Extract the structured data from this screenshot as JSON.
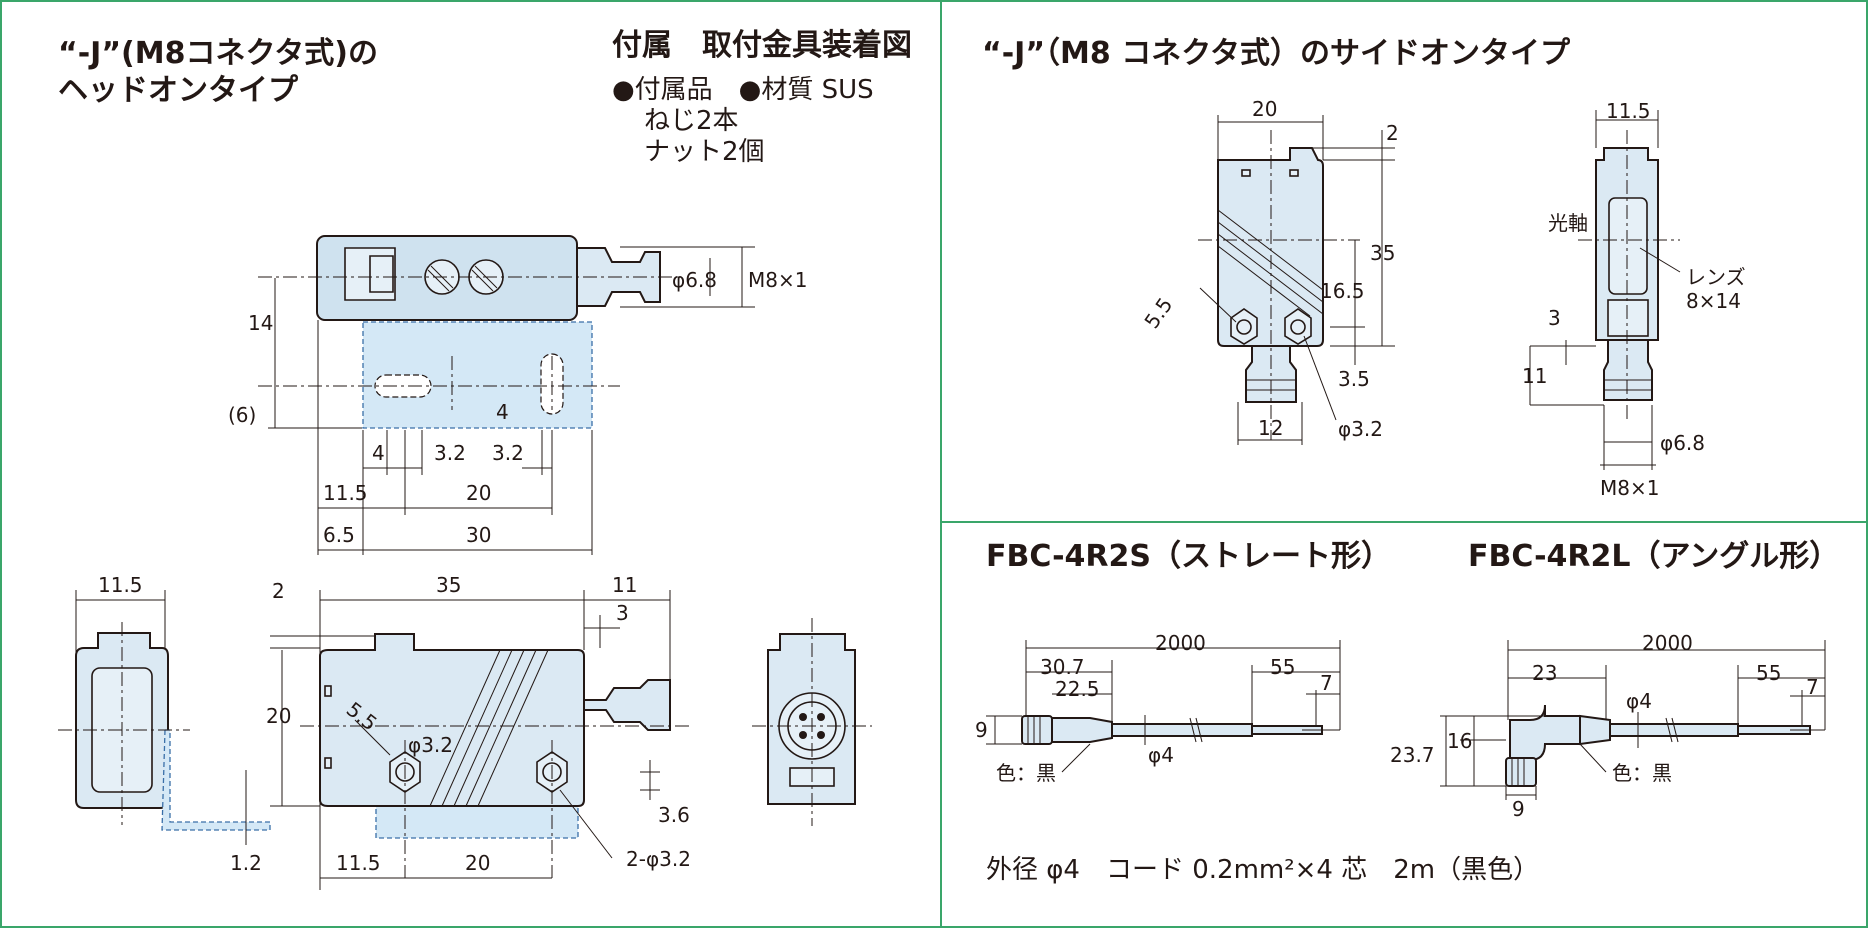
{
  "head_on": {
    "title_line1": "“-J”(M8コネクタ式)の",
    "title_line2": "ヘッドオンタイプ",
    "bracket_title": "付属　取付金具装着図",
    "accessories_line1": "●付属品　●材質  SUS",
    "accessories_line2": "ねじ2本",
    "accessories_line3": "ナット2個",
    "dims": {
      "d_phi68": "φ6.8",
      "d_m8": "M8×1",
      "d_14": "14",
      "d_6": "(6)",
      "d_4a": "4",
      "d_32a": "3.2",
      "d_32b": "3.2",
      "d_4b": "4",
      "d_115": "11.5",
      "d_20": "20",
      "d_65": "6.5",
      "d_30": "30",
      "s_115": "11.5",
      "s_12": "1.2",
      "f_2": "2",
      "f_35": "35",
      "f_11": "11",
      "f_3": "3",
      "f_20": "20",
      "f_55": "5.5",
      "f_phi32": "φ3.2",
      "f_36": "3.6",
      "f_2phi32": "2-φ3.2",
      "f_115": "11.5",
      "f_20b": "20"
    }
  },
  "side_on": {
    "title": "“-J”（M8 コネクタ式）のサイドオンタイプ",
    "dims": {
      "d_20": "20",
      "d_2": "2",
      "d_35": "35",
      "d_165": "16.5",
      "d_55": "5.5",
      "d_35b": "3.5",
      "d_12": "12",
      "d_phi32": "φ3.2",
      "r_115": "11.5",
      "r_axis": "光軸",
      "r_lens": "レンズ",
      "r_lens_size": "8×14",
      "r_3": "3",
      "r_11": "11",
      "r_phi68": "φ6.8",
      "r_m8": "M8×1"
    }
  },
  "cables": {
    "straight_title": "FBC-4R2S（ストレート形）",
    "angle_title": "FBC-4R2L（アングル形）",
    "straight": {
      "d_2000": "2000",
      "d_307": "30.7",
      "d_225": "22.5",
      "d_55": "55",
      "d_7": "7",
      "d_9": "9",
      "d_phi4": "φ4",
      "d_color": "色：黒"
    },
    "angle": {
      "d_2000": "2000",
      "d_23": "23",
      "d_phi4": "φ4",
      "d_55": "55",
      "d_7": "7",
      "d_237": "23.7",
      "d_16": "16",
      "d_9": "9",
      "d_color": "色：黒"
    },
    "spec": "外径 φ4　コード 0.2mm²×4 芯　2m（黒色）"
  },
  "colors": {
    "frame": "#3aa66a",
    "body_fill": "#dbe9f3",
    "bracket_fill": "#d4e8f6",
    "ink": "#231815"
  }
}
